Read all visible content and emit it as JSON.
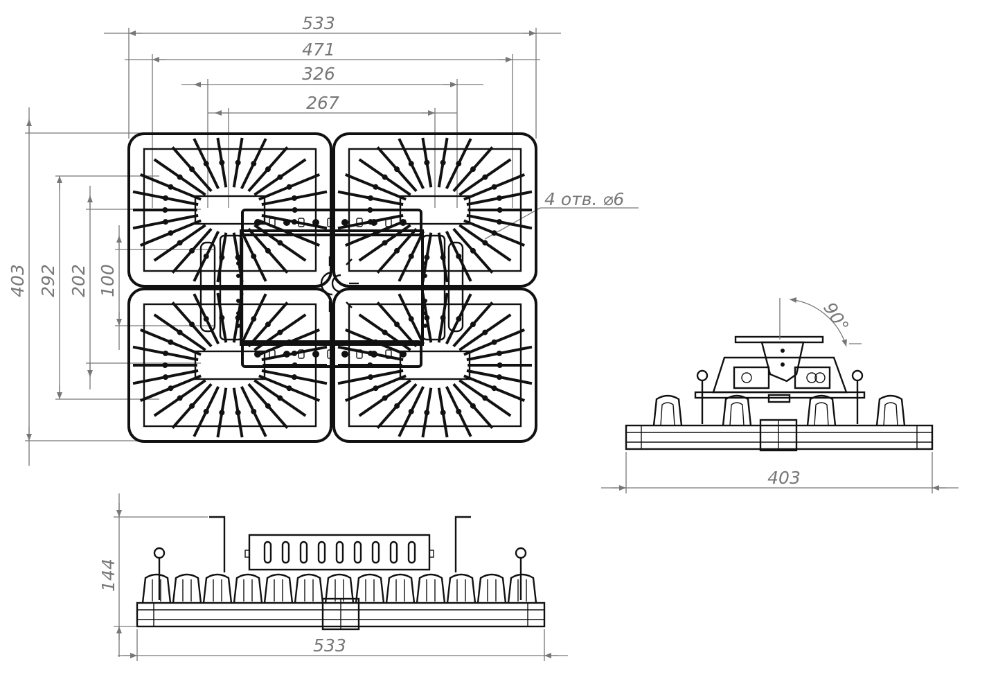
{
  "top_view": {
    "dims": {
      "width_overall": "533",
      "width_mount": "471",
      "width_inner": "326",
      "width_holes": "267",
      "height_overall": "403",
      "height_292": "292",
      "height_202": "202",
      "height_100": "100"
    },
    "holes_note": "4 отв. ⌀6"
  },
  "side_view": {
    "width": "403",
    "angle": "90°"
  },
  "front_view": {
    "width": "533",
    "height": "144"
  }
}
